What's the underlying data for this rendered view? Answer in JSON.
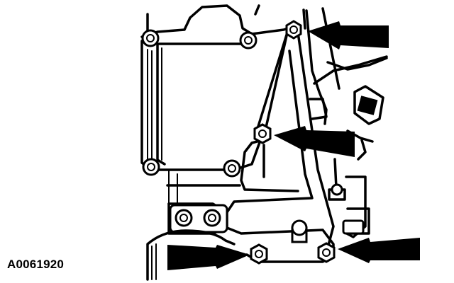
{
  "figure": {
    "id_label": "A0061920",
    "callout_arrows": [
      {
        "target": "bolt-upper-right"
      },
      {
        "target": "bolt-middle"
      },
      {
        "target": "bolt-lower-left"
      },
      {
        "target": "bolt-lower-right"
      }
    ]
  }
}
